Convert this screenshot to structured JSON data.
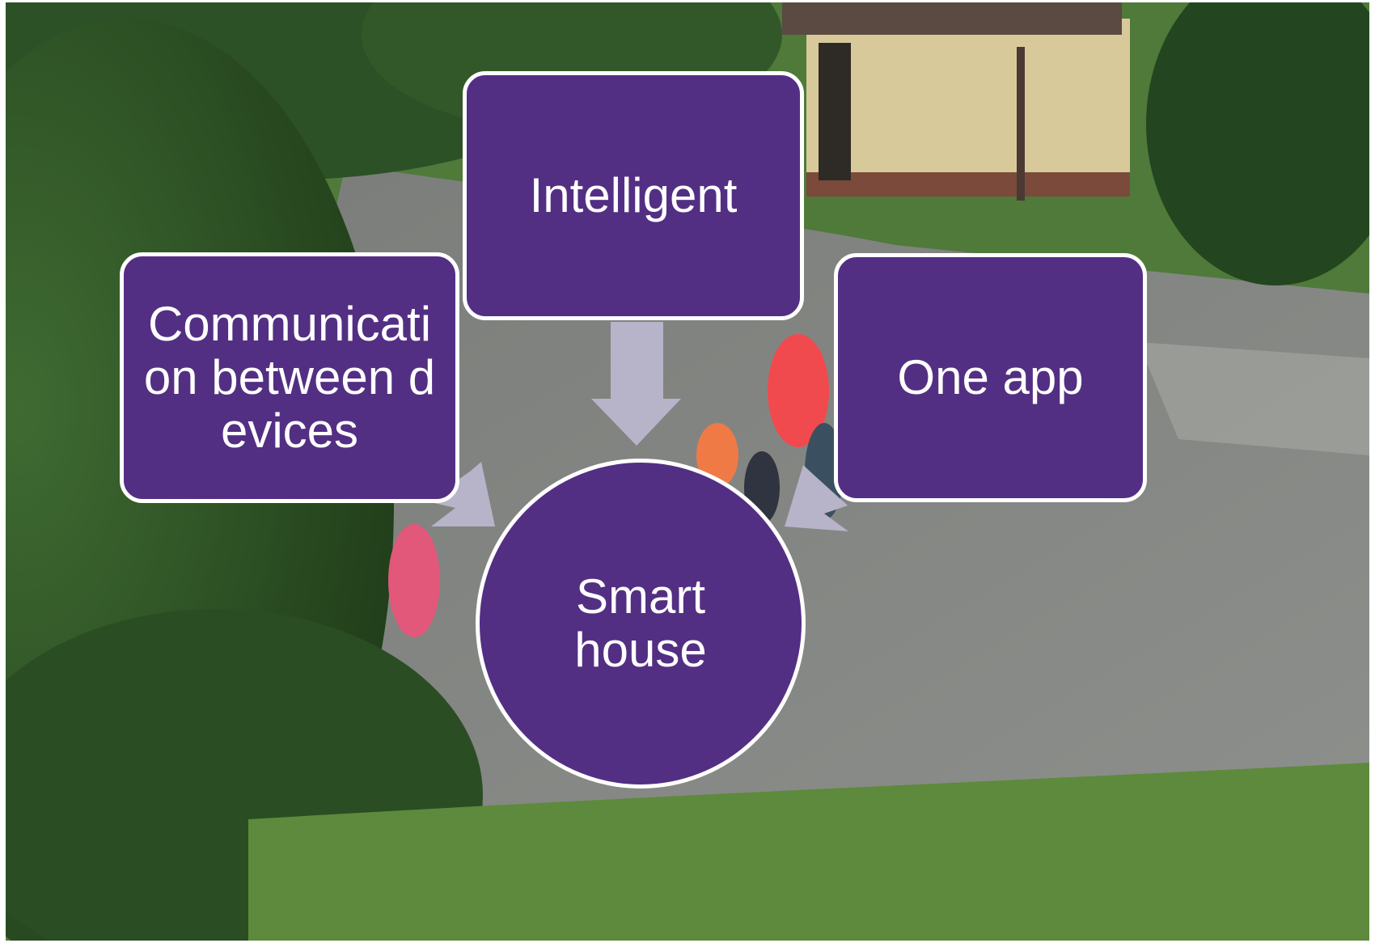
{
  "diagram": {
    "center": {
      "label": "Smart house"
    },
    "inputs": [
      {
        "label": "Communicati on between devices"
      },
      {
        "label": "Intelligent"
      },
      {
        "label": "One app"
      }
    ]
  },
  "colors": {
    "node_fill": "#532f83",
    "node_border": "#ffffff",
    "arrow_fill": "#b7b3c9",
    "text": "#ffffff"
  },
  "background": {
    "description_icon": "photo-background"
  }
}
